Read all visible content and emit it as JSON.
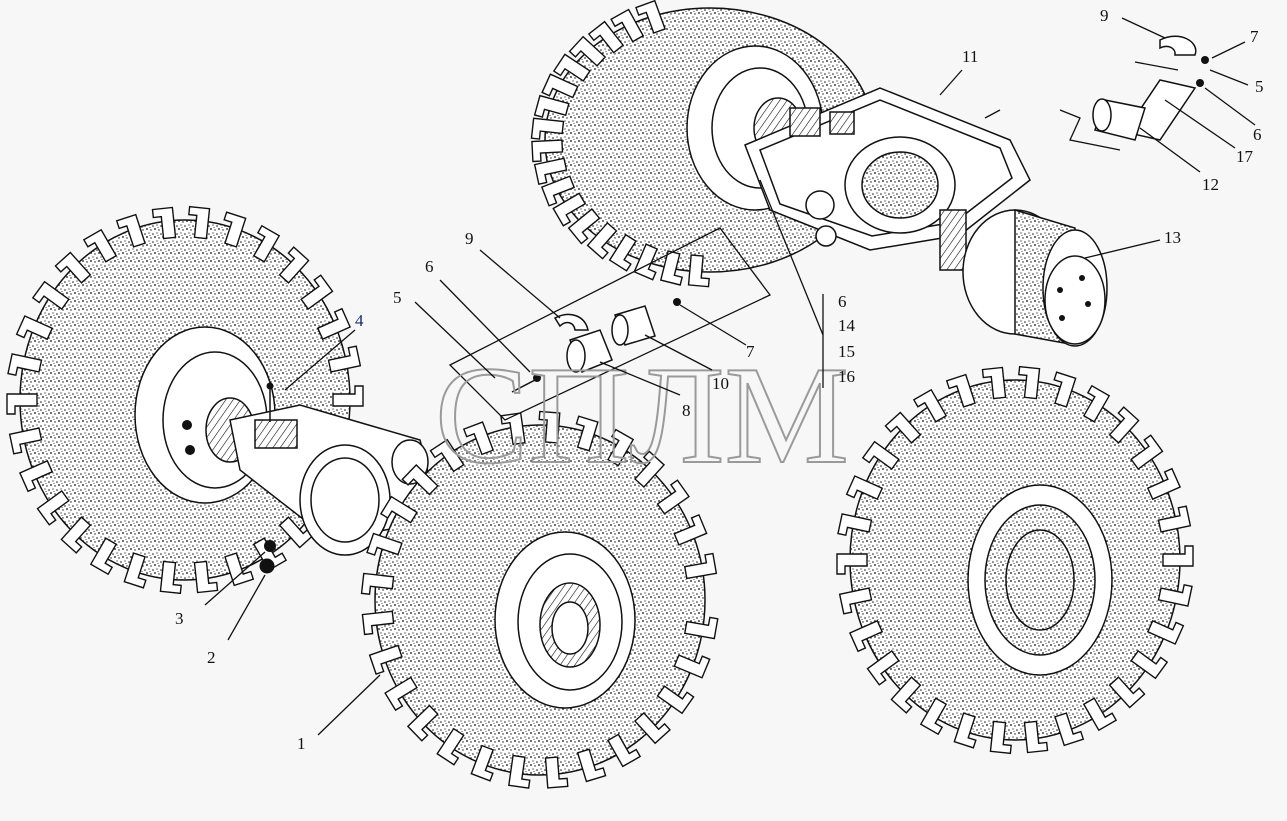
{
  "watermark": "СПЛМ",
  "callouts": {
    "c1": "1",
    "c2": "2",
    "c3": "3",
    "c4": "4",
    "c5_left": "5",
    "c6_left": "6",
    "c7_mid": "7",
    "c8": "8",
    "c9_mid": "9",
    "c10": "10",
    "c11": "11",
    "c12": "12",
    "c13": "13",
    "c9_top": "9",
    "c7_top": "7",
    "c5_top": "5",
    "c6_top": "6",
    "c17": "17",
    "group_6": "6",
    "group_14": "14",
    "group_15": "15",
    "group_16": "16"
  },
  "colors": {
    "ink": "#111111",
    "paper": "#f7f7f7",
    "watermark": "#9a9a9a",
    "accent_label": "#1b2a78"
  }
}
